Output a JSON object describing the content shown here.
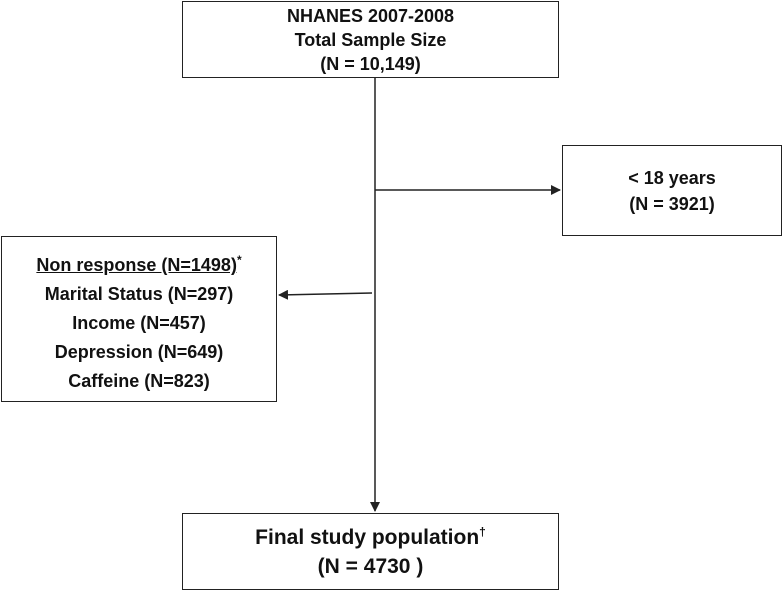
{
  "top_box": {
    "line1": "NHANES 2007-2008",
    "line2": "Total Sample Size",
    "line3": "(N = 10,149)"
  },
  "age_box": {
    "line1": "< 18 years",
    "line2": "(N = 3921)"
  },
  "nonresponse_box": {
    "header": "Non response (N=1498)",
    "header_marker": "*",
    "items": [
      "Marital Status (N=297)",
      "Income (N=457)",
      "Depression (N=649)",
      "Caffeine (N=823)"
    ]
  },
  "final_box": {
    "line1": "Final study population",
    "line1_marker": "†",
    "line2": "(N = 4730 )"
  },
  "colors": {
    "stroke": "#222222",
    "text": "#111111",
    "background": "#ffffff"
  }
}
